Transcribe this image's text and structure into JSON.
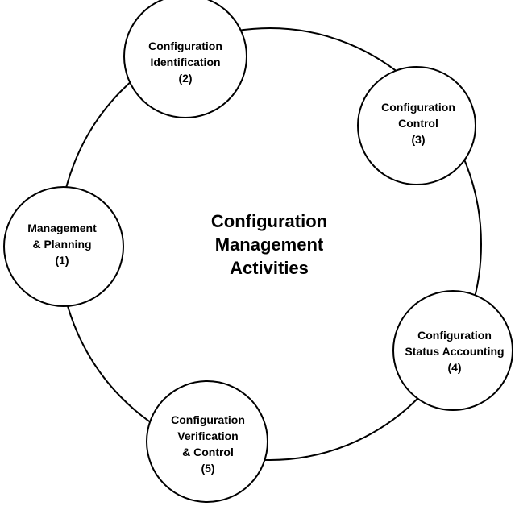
{
  "center_title": {
    "line1": "Configuration",
    "line2": "Management",
    "line3": "Activities"
  },
  "nodes": [
    {
      "id": "management-planning",
      "lines": [
        "Management",
        "& Planning",
        "(1)"
      ]
    },
    {
      "id": "configuration-identification",
      "lines": [
        "Configuration",
        "Identification",
        "(2)"
      ]
    },
    {
      "id": "configuration-control",
      "lines": [
        "Configuration",
        "Control",
        "(3)"
      ]
    },
    {
      "id": "configuration-status-accounting",
      "lines": [
        "Configuration",
        "Status Accounting",
        "(4)"
      ]
    },
    {
      "id": "configuration-verification-control",
      "lines": [
        "Configuration",
        "Verification",
        "& Control",
        "(5)"
      ]
    }
  ],
  "colors": {
    "stroke": "#000000",
    "fill": "#ffffff",
    "text": "#000000"
  }
}
